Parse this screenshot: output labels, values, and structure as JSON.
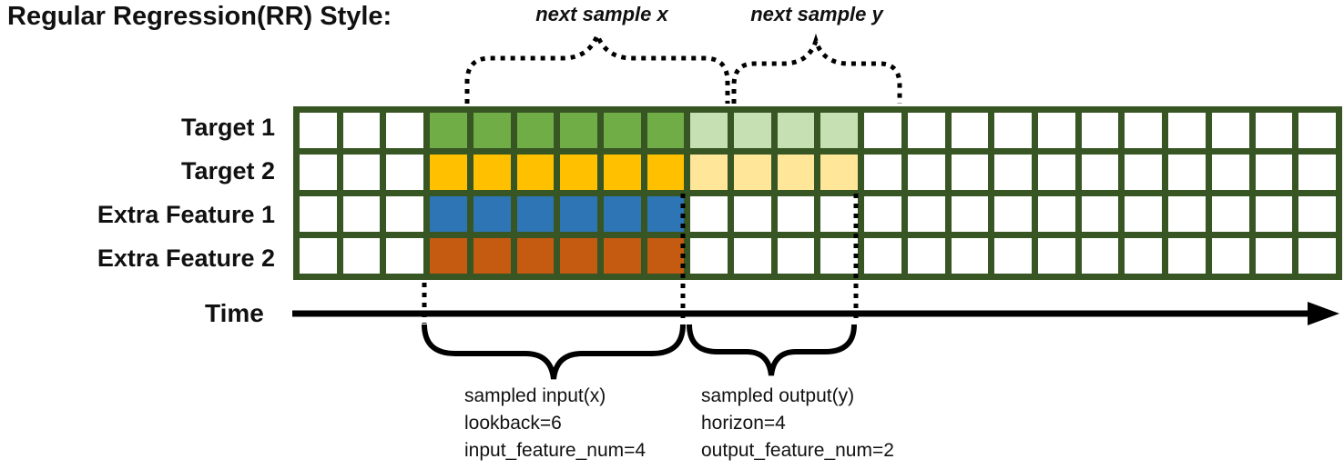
{
  "title": "Regular Regression(RR) Style:",
  "top_annotations": {
    "next_sample_x": "next sample x",
    "next_sample_y": "next sample y"
  },
  "time_axis": {
    "label": "Time"
  },
  "grid": {
    "columns": 24,
    "border_color": "#375623",
    "cell_color": "#ffffff",
    "rows": [
      {
        "label": "Target 1",
        "segments": [
          {
            "start": 3,
            "count": 6,
            "role": "sampled-input",
            "color": "#70ad47"
          },
          {
            "start": 9,
            "count": 4,
            "role": "sampled-output",
            "color": "#c6e0b4"
          }
        ]
      },
      {
        "label": "Target 2",
        "segments": [
          {
            "start": 3,
            "count": 6,
            "role": "sampled-input",
            "color": "#ffc000"
          },
          {
            "start": 9,
            "count": 4,
            "role": "sampled-output",
            "color": "#ffe699"
          }
        ]
      },
      {
        "label": "Extra Feature 1",
        "segments": [
          {
            "start": 3,
            "count": 6,
            "role": "sampled-input",
            "color": "#2e75b6"
          }
        ]
      },
      {
        "label": "Extra Feature 2",
        "segments": [
          {
            "start": 3,
            "count": 6,
            "role": "sampled-input",
            "color": "#c55a11"
          }
        ]
      }
    ]
  },
  "bottom_annotations": {
    "input": {
      "lines": [
        "sampled input(x)",
        "lookback=6",
        "input_feature_num=4"
      ]
    },
    "output": {
      "lines": [
        "sampled output(y)",
        "horizon=4",
        "output_feature_num=2"
      ]
    }
  },
  "diagram_colors": {
    "grid_border": "#375623",
    "input_target1": "#70ad47",
    "input_target2": "#ffc000",
    "input_extra_feature1": "#2e75b6",
    "input_extra_feature2": "#c55a11",
    "output_target1": "#c6e0b4",
    "output_target2": "#ffe699",
    "annotation_ink": "#000000"
  }
}
